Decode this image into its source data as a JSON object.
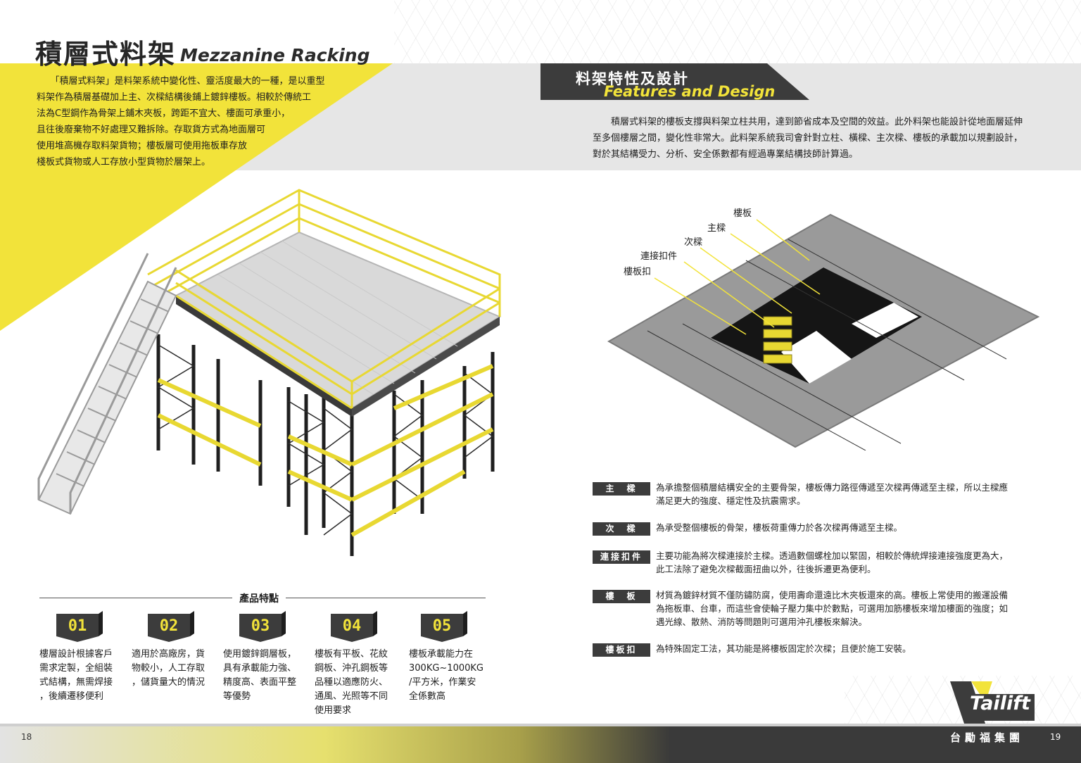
{
  "header": {
    "title_zh": "積層式料架",
    "title_en": "Mezzanine Racking"
  },
  "intro": {
    "lines": [
      "　　「積層式料架」是料架系統中變化性、靈活度最大的一種，是以重型",
      "料架作為積層基礎加上主、次樑結構後鋪上鍍鋅樓板。相較於傳統工",
      "法為C型鋼作為骨架上鋪木夾板，跨距不宜大、樓面可承重小，",
      "且往後廢棄物不好處理又難拆除。存取貨方式為地面層可",
      "使用堆高機存取料架貨物；樓板層可使用拖板車存放",
      "棧板式貨物或人工存放小型貨物於層架上。"
    ]
  },
  "features": {
    "heading_zh": "料架特性及設計",
    "heading_en": "Features and Design",
    "lines": [
      "　　積層式料架的樓板支撐與料架立柱共用，達到節省成本及空間的效益。此外料架也能設計從地面層延伸",
      "至多個樓層之間，變化性非常大。此料架系統我司會針對立柱、橫樑、主次樑、樓板的承載加以規劃設計，",
      "對於其結構受力、分析、安全係數都有經過專業結構技師計算過。"
    ]
  },
  "callouts": {
    "floor": "樓板",
    "main_beam": "主樑",
    "secondary_beam": "次樑",
    "connector": "連接扣件",
    "clip": "樓板扣"
  },
  "terms": [
    {
      "badge": "主　樑",
      "lines": [
        "為承擔整個積層結構安全的主要骨架，樓板傳力路徑傳遞至次樑再傳遞至主樑，所以主樑應",
        "滿足更大的強度、穩定性及抗震需求。"
      ]
    },
    {
      "badge": "次　樑",
      "lines": [
        "為承受整個樓板的骨架，樓板荷重傳力於各次樑再傳遞至主樑。"
      ]
    },
    {
      "badge": "連接扣件",
      "lines": [
        "主要功能為將次樑連接於主樑。透過數個螺栓加以緊固，相較於傳統焊接連接強度更為大，",
        "此工法除了避免次樑截面扭曲以外，往後拆遷更為便利。"
      ]
    },
    {
      "badge": "樓　板",
      "lines": [
        "材質為鍍鋅材質不僅防鏽防腐，使用壽命還遠比木夾板還來的高。樓板上常使用的搬運設備",
        "為拖板車、台車，而這些會使輪子壓力集中於數點，可選用加筋樓板來增加樓面的強度；如",
        "遇光線、散熱、消防等問題則可選用沖孔樓板來解決。"
      ]
    },
    {
      "badge": "樓板扣",
      "lines": [
        "為特殊固定工法，其功能是將樓板固定於次樑；且便於施工安裝。"
      ]
    }
  ],
  "product_features": {
    "title": "產品特點",
    "items": [
      {
        "num": "01",
        "lines": [
          "樓層設計根據客戶",
          "需求定製，全組裝",
          "式結構，無需焊接",
          "，後續遷移便利"
        ]
      },
      {
        "num": "02",
        "lines": [
          "適用於高廠房，貨",
          "物較小，人工存取",
          "，儲貨量大的情況"
        ]
      },
      {
        "num": "03",
        "lines": [
          "使用鍍鋅鋼層板，",
          "具有承載能力強、",
          "精度高、表面平整",
          "等優勢"
        ]
      },
      {
        "num": "04",
        "lines": [
          "樓板有平板、花紋",
          "鋼板、沖孔鋼板等",
          "品種以適應防火、",
          "通風、光照等不同",
          "使用要求"
        ]
      },
      {
        "num": "05",
        "lines": [
          "樓板承載能力在",
          "300KG~1000KG",
          "/平方米，作業安",
          "全係數高"
        ]
      }
    ]
  },
  "footer": {
    "page_left": "18",
    "page_right": "19",
    "company": "台勵福集團",
    "logo": "Tailift"
  },
  "colors": {
    "accent_yellow": "#f2e33a",
    "dark_grey": "#3c3c3c",
    "band_grey": "#e6e6e6"
  }
}
